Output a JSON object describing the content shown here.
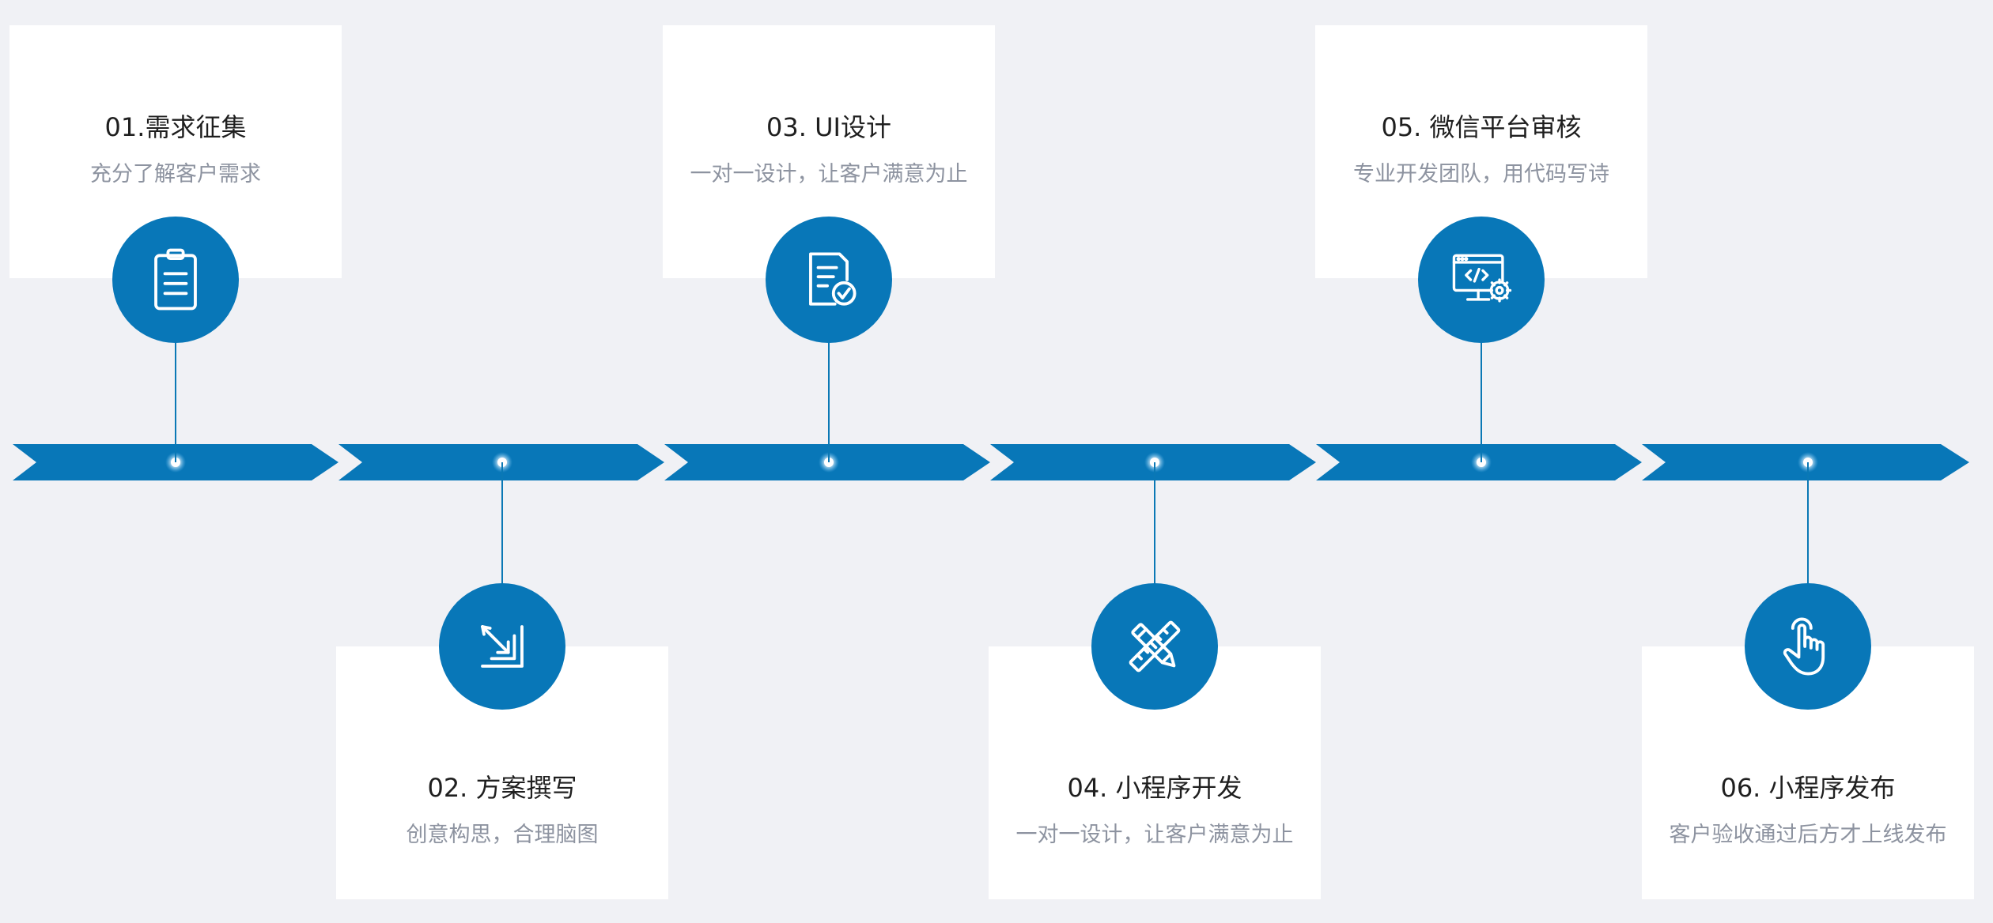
{
  "steps": [
    {
      "title": "01.需求征集",
      "subtitle": "充分了解客户需求",
      "icon": "clipboard-icon",
      "position": "top"
    },
    {
      "title": "02. 方案撰写",
      "subtitle": "创意构思，合理脑图",
      "icon": "drafting-pen-icon",
      "position": "bottom"
    },
    {
      "title": "03. UI设计",
      "subtitle": "一对一设计，让客户满意为止",
      "icon": "document-check-icon",
      "position": "top"
    },
    {
      "title": "04. 小程序开发",
      "subtitle": "一对一设计，让客户满意为止",
      "icon": "pencil-ruler-icon",
      "position": "bottom"
    },
    {
      "title": "05. 微信平台审核",
      "subtitle": "专业开发团队，用代码写诗",
      "icon": "code-monitor-gear-icon",
      "position": "top"
    },
    {
      "title": "06. 小程序发布",
      "subtitle": "客户验收通过后方才上线发布",
      "icon": "tap-hand-icon",
      "position": "bottom"
    }
  ],
  "colors": {
    "background": "#f0f1f5",
    "card": "#ffffff",
    "primary": "#0877b8",
    "title_text": "#1f1f1f",
    "subtitle_text": "#8d93a0"
  }
}
